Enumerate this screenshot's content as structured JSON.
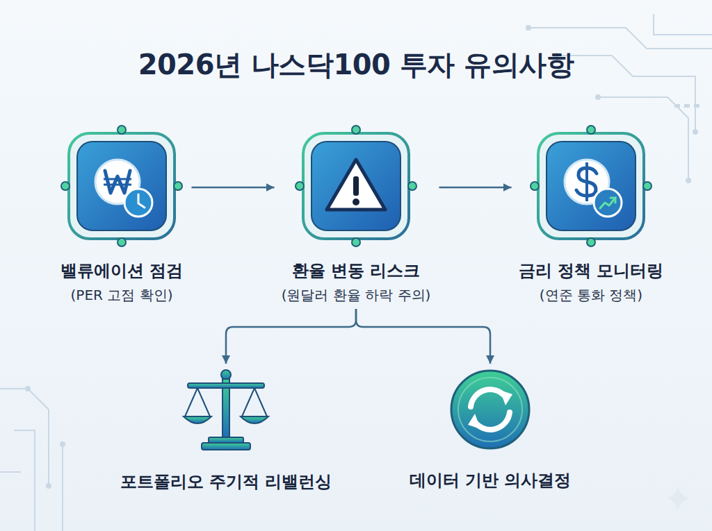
{
  "diagram": {
    "title": "2026년 나스닥100 투자 유의사항",
    "nodes": [
      {
        "text": [
          "밸류에이션 점검",
          "(PER 고점 확인)"
        ]
      },
      {
        "text": [
          "환율 변동 리스크",
          "(원달러 환율 하락 주의)"
        ]
      },
      {
        "text": [
          "금리 정책 모니터링",
          "(연준 통화 정책)"
        ]
      },
      {
        "text": [
          "포트폴리오 주기적 리밸런싱"
        ]
      },
      {
        "text": [
          "데이터 기반 의사결정"
        ]
      }
    ],
    "edges": [
      {
        "from": 0,
        "to": 1,
        "arrow": "to"
      },
      {
        "from": 1,
        "to": 2,
        "arrow": "to"
      },
      {
        "from": 1,
        "to": 3,
        "arrow": "to"
      },
      {
        "from": 1,
        "to": 4,
        "arrow": "to"
      }
    ]
  }
}
